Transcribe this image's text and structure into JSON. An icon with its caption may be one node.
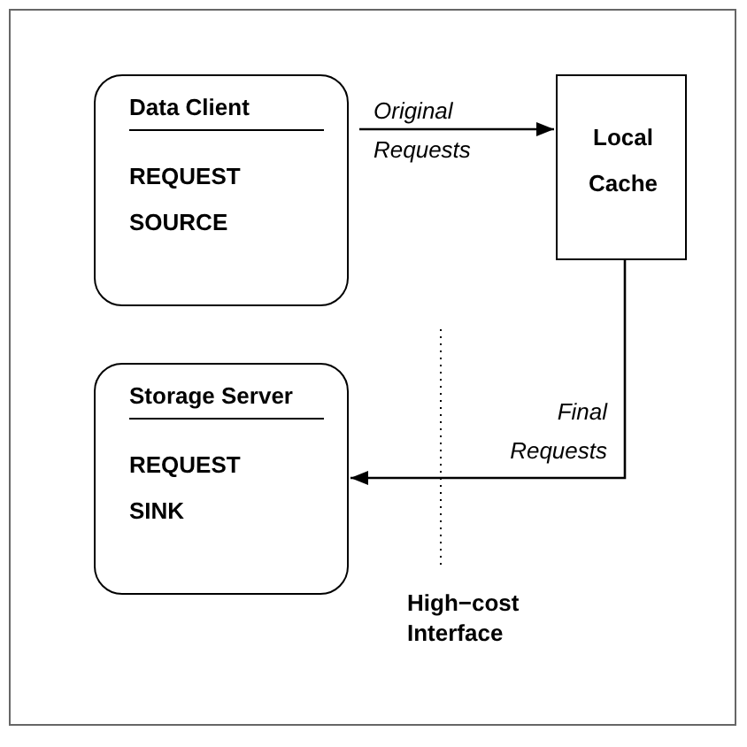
{
  "diagram": {
    "nodes": [
      {
        "text": [
          "Data Client",
          "REQUEST SOURCE"
        ]
      },
      {
        "text": [
          "Local Cache"
        ]
      },
      {
        "text": [
          "Storage Server",
          "REQUEST SINK"
        ]
      }
    ],
    "edges": [
      {
        "from": 0,
        "to": 1,
        "arrow": "to",
        "label": "Original Requests"
      },
      {
        "from": 1,
        "to": 2,
        "arrow": "to",
        "label": "Final Requests"
      }
    ],
    "labels": [
      "High−cost Interface"
    ]
  }
}
